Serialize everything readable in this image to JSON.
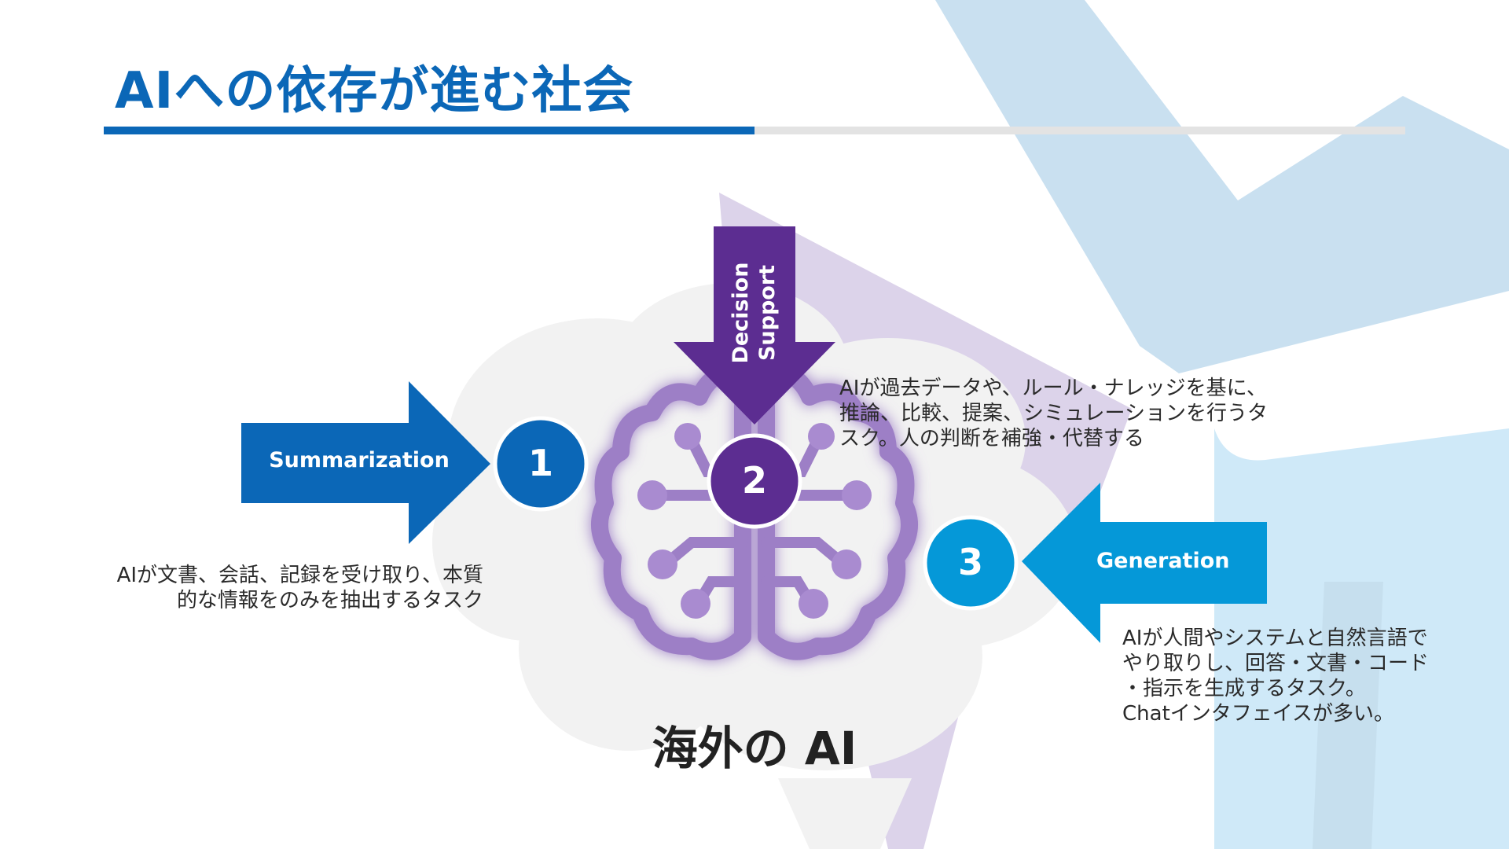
{
  "slide": {
    "title": "AIへの依存が進む社会",
    "center_label": "海外の AI"
  },
  "items": [
    {
      "number": "1",
      "arrow_label": "Summarization",
      "color": "#0b67b7",
      "description_lines": [
        "AIが文書、会話、記録を受け取り、本質",
        "的な情報をのみを抽出するタスク"
      ]
    },
    {
      "number": "2",
      "arrow_label_lines": [
        "Decision",
        "Support"
      ],
      "color": "#5c2d91",
      "description_lines": [
        "AIが過去データや、ルール・ナレッジを基に、",
        "推論、比較、提案、シミュレーションを行うタ",
        "スク。人の判断を補強・代替する"
      ]
    },
    {
      "number": "3",
      "arrow_label": "Generation",
      "color": "#0598d8",
      "description_lines": [
        "AIが人間やシステムと自然言語で",
        "やり取りし、回答・文書・コード",
        "・指示を生成するタスク。",
        "Chatインタフェイスが多い。"
      ]
    }
  ],
  "colors": {
    "title_blue": "#0b67b7",
    "purple": "#5c2d91",
    "light_blue": "#0598d8",
    "brain": "#9d7fc6",
    "cloud": "#f2f2f2"
  },
  "icons": [
    "brain-circuit-icon",
    "cloud-shape"
  ]
}
